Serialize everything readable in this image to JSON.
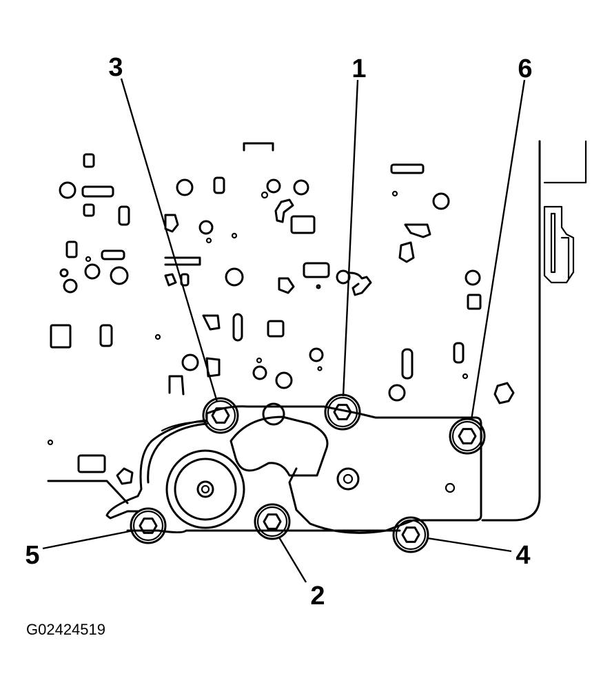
{
  "figure_id": "G02424519",
  "callouts": [
    {
      "label": "3"
    },
    {
      "label": "1"
    },
    {
      "label": "6"
    },
    {
      "label": "5"
    },
    {
      "label": "2"
    },
    {
      "label": "4"
    }
  ],
  "colors": {
    "ink": "#000000",
    "paper": "#ffffff"
  },
  "icons": [
    "bolt-icon"
  ]
}
